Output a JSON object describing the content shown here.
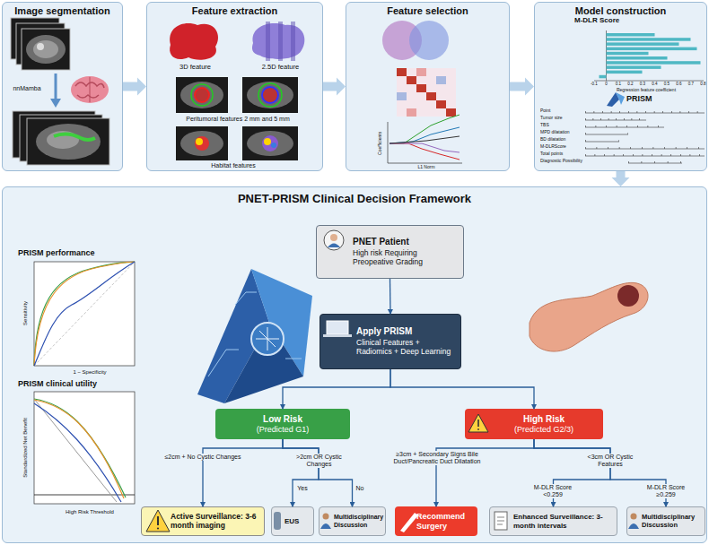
{
  "diagram": {
    "nodes": [
      {
        "text": [
          "Image segmentation"
        ]
      },
      {
        "text": [
          "Feature extraction"
        ]
      },
      {
        "text": [
          "Feature selection"
        ]
      },
      {
        "text": [
          "Model construction"
        ]
      },
      {
        "text": [
          "PNET-PRISM Clinical Decision Framework"
        ]
      },
      {
        "text": [
          "PNET Patient",
          "High risk Requiring Preopeative Grading"
        ],
        "in": 4
      },
      {
        "text": [
          "Apply PRISM",
          "Clinical Features + Radiomics + Deep Learning"
        ],
        "in": 4
      },
      {
        "text": [
          "Low Risk",
          "(Predicted G1)"
        ],
        "in": 4
      },
      {
        "text": [
          "High Risk",
          "(Predicted G2/3)"
        ],
        "in": 4
      },
      {
        "text": [
          "Active Surveillance: 3-6 month imaging"
        ],
        "in": 4
      },
      {
        "text": [
          "EUS"
        ],
        "in": 4
      },
      {
        "text": [
          "Multidisciplinary Discussion"
        ],
        "in": 4
      },
      {
        "text": [
          "Recommend Surgery"
        ],
        "in": 4
      },
      {
        "text": [
          "Enhanced Surveillance: 3-month intervals"
        ],
        "in": 4
      },
      {
        "text": [
          "Multidisciplinary Discussion"
        ],
        "in": 4
      }
    ],
    "edges": [
      {
        "from": 0,
        "to": 1,
        "arrow": "to"
      },
      {
        "from": 1,
        "to": 2,
        "arrow": "to"
      },
      {
        "from": 2,
        "to": 3,
        "arrow": "to"
      },
      {
        "from": 3,
        "to": 4,
        "arrow": "to"
      },
      {
        "from": 5,
        "to": 6,
        "arrow": "to"
      },
      {
        "from": 6,
        "to": 7,
        "arrow": "to"
      },
      {
        "from": 6,
        "to": 8,
        "arrow": "to"
      },
      {
        "from": 7,
        "to": 9,
        "arrow": "to",
        "label": "≤2cm + No Cystic Changes"
      },
      {
        "from": 7,
        "to": 10,
        "arrow": "to",
        "label": "Yes"
      },
      {
        "from": 7,
        "to": 11,
        "arrow": "to",
        "label": "No"
      },
      {
        "from": 8,
        "to": 12,
        "arrow": "to",
        "label": "≥3cm + Secondary Signs Bile Duct/Pancreatic Duct Dilatation"
      },
      {
        "from": 8,
        "to": 13,
        "arrow": "to",
        "label": "M-DLR Score <0.259"
      },
      {
        "from": 8,
        "to": 14,
        "arrow": "to",
        "label": "M-DLR Score ≥0.259"
      }
    ],
    "labels": [
      "nnMamba",
      "3D feature",
      "2.5D feature",
      "Peritumoral features 2 mm and 5 mm",
      "Habitat features",
      "Coefficients",
      "L1 Norm",
      "M-DLR Score",
      "Regression feature coefficient",
      "PRISM",
      "Point",
      "Tumor size",
      "TBS",
      "MPD dilatation",
      "BD dilatation",
      "M-DLRScore",
      "Total points",
      "Diagnostic Possibility",
      "PRISM performance",
      "Sensitivity",
      "1 − Specificity",
      "PRISM clinical utility",
      "Standardized Net Benefit",
      "High Risk Threshold",
      ">2cm OR Cystic Changes",
      "<3cm OR Cystic Features",
      "-0.1",
      "0",
      "0.1",
      "0.2",
      "0.3",
      "0.4",
      "0.5",
      "0.6",
      "0.7",
      "0.8"
    ]
  }
}
